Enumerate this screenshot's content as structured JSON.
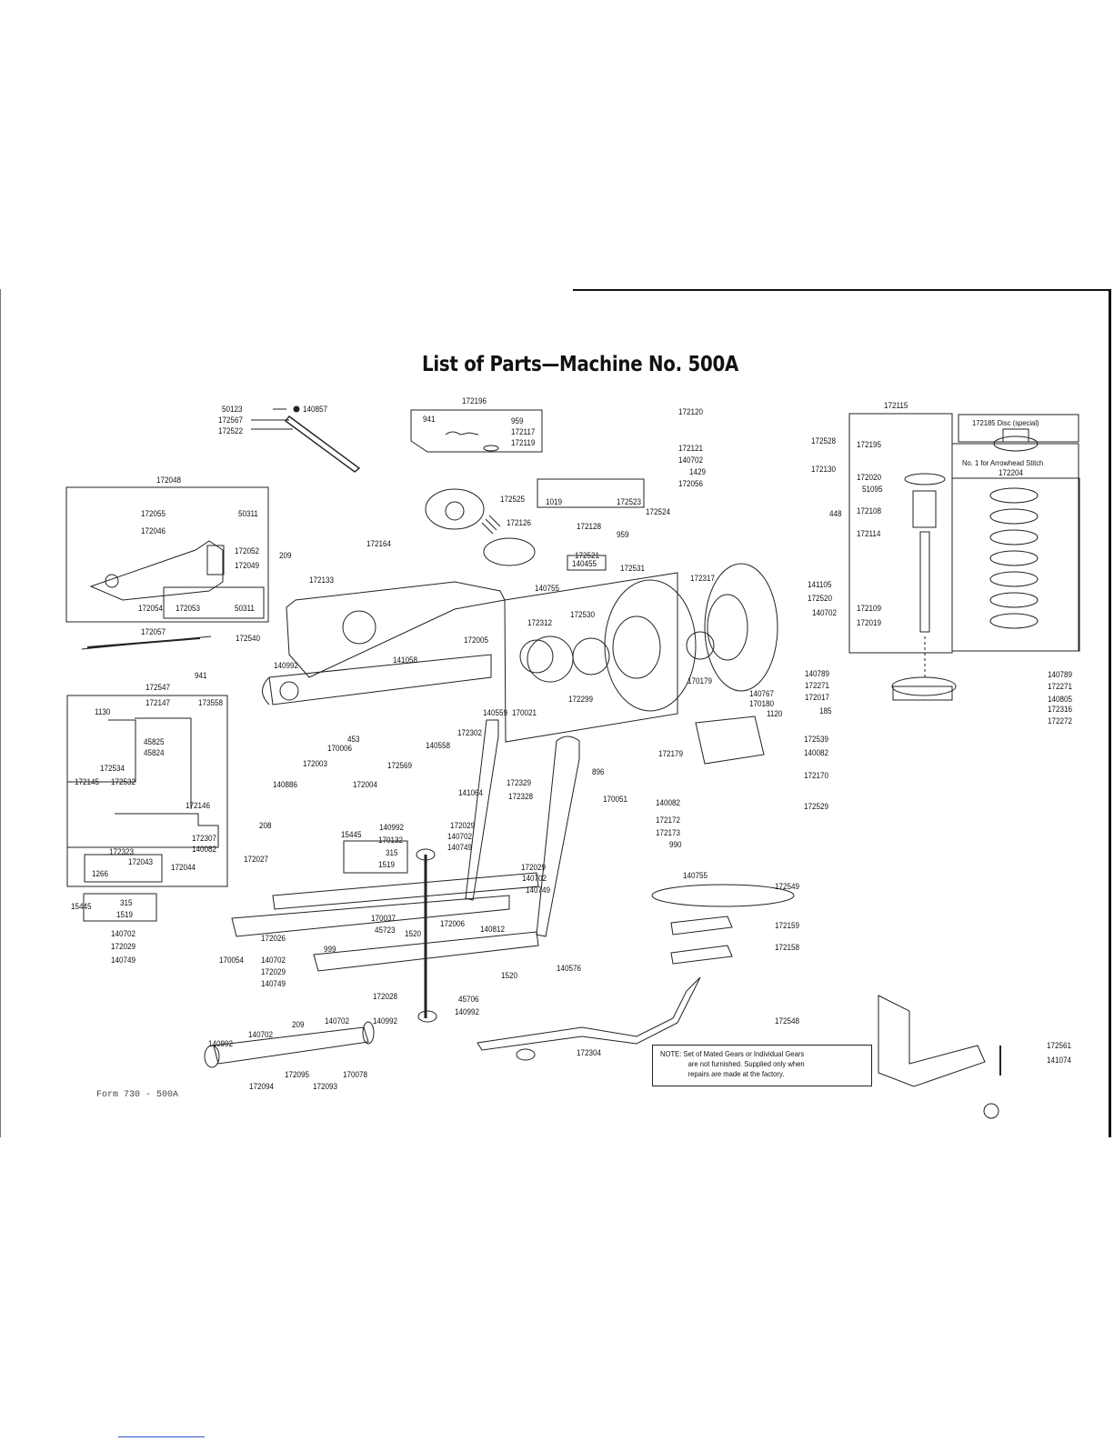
{
  "title": "List of Parts—Machine No. 500A",
  "footer": "Form 730 - 500A",
  "note": {
    "lines": [
      "NOTE: Set of Mated Gears or Individual Gears",
      "are not furnished. Supplied only when",
      "repairs are made at the factory."
    ]
  },
  "disc_box": {
    "title": "172185 Disc (special)",
    "caption": "No. 1 for Arrowhead Stitch"
  },
  "groups": {
    "g172048": "172048",
    "g172196": "172196",
    "g172115": "172115",
    "g172204": "172204",
    "g172547": "172547",
    "g172147": "172147",
    "g172534": "172534",
    "g172531": "172531",
    "g172524": "172524",
    "g172044": "172044",
    "g172054": "172054",
    "g15445a": "15445",
    "g15445b": "15445"
  },
  "labels": [
    {
      "id": "l1",
      "text": "50123"
    },
    {
      "id": "l2",
      "text": "140857"
    },
    {
      "id": "l3",
      "text": "172567"
    },
    {
      "id": "l4",
      "text": "172522"
    },
    {
      "id": "l5",
      "text": "941"
    },
    {
      "id": "l6",
      "text": "959"
    },
    {
      "id": "l7",
      "text": "172117"
    },
    {
      "id": "l8",
      "text": "172119"
    },
    {
      "id": "l9",
      "text": "172120"
    },
    {
      "id": "l10",
      "text": "172121"
    },
    {
      "id": "l11",
      "text": "140702"
    },
    {
      "id": "l12",
      "text": "1429"
    },
    {
      "id": "l13",
      "text": "172056"
    },
    {
      "id": "l14",
      "text": "172528"
    },
    {
      "id": "l15",
      "text": "172130"
    },
    {
      "id": "l16",
      "text": "448"
    },
    {
      "id": "l17",
      "text": "172195"
    },
    {
      "id": "l18",
      "text": "172020"
    },
    {
      "id": "l19",
      "text": "51095"
    },
    {
      "id": "l20",
      "text": "172108"
    },
    {
      "id": "l21",
      "text": "172114"
    },
    {
      "id": "l22",
      "text": "172109"
    },
    {
      "id": "l23",
      "text": "172019"
    },
    {
      "id": "l24",
      "text": "172055"
    },
    {
      "id": "l25",
      "text": "50311"
    },
    {
      "id": "l26",
      "text": "172046"
    },
    {
      "id": "l27",
      "text": "172052"
    },
    {
      "id": "l28",
      "text": "172049"
    },
    {
      "id": "l29",
      "text": "172053"
    },
    {
      "id": "l30",
      "text": "50311"
    },
    {
      "id": "l31",
      "text": "172057"
    },
    {
      "id": "l32",
      "text": "172540"
    },
    {
      "id": "l33",
      "text": "209"
    },
    {
      "id": "l34",
      "text": "172133"
    },
    {
      "id": "l35",
      "text": "172164"
    },
    {
      "id": "l36",
      "text": "172525"
    },
    {
      "id": "l37",
      "text": "172126"
    },
    {
      "id": "l38",
      "text": "1019"
    },
    {
      "id": "l39",
      "text": "172523"
    },
    {
      "id": "l40",
      "text": "172128"
    },
    {
      "id": "l41",
      "text": "959"
    },
    {
      "id": "l42",
      "text": "172521"
    },
    {
      "id": "l43",
      "text": "140455"
    },
    {
      "id": "l44",
      "text": "140755"
    },
    {
      "id": "l45",
      "text": "172530"
    },
    {
      "id": "l46",
      "text": "172312"
    },
    {
      "id": "l47",
      "text": "172005"
    },
    {
      "id": "l48",
      "text": "141058"
    },
    {
      "id": "l49",
      "text": "172317"
    },
    {
      "id": "l50",
      "text": "141105"
    },
    {
      "id": "l51",
      "text": "172520"
    },
    {
      "id": "l52",
      "text": "140702"
    },
    {
      "id": "l53",
      "text": "140992"
    },
    {
      "id": "l54",
      "text": "453"
    },
    {
      "id": "l55",
      "text": "170006"
    },
    {
      "id": "l56",
      "text": "172003"
    },
    {
      "id": "l57",
      "text": "172569"
    },
    {
      "id": "l58",
      "text": "140886"
    },
    {
      "id": "l59",
      "text": "172004"
    },
    {
      "id": "l60",
      "text": "140558"
    },
    {
      "id": "l61",
      "text": "172302"
    },
    {
      "id": "l62",
      "text": "140559"
    },
    {
      "id": "l63",
      "text": "170021"
    },
    {
      "id": "l64",
      "text": "172299"
    },
    {
      "id": "l65",
      "text": "170179"
    },
    {
      "id": "l66",
      "text": "140767"
    },
    {
      "id": "l67",
      "text": "170180"
    },
    {
      "id": "l68",
      "text": "1120"
    },
    {
      "id": "l69",
      "text": "172179"
    },
    {
      "id": "l70",
      "text": "172539"
    },
    {
      "id": "l71",
      "text": "140082"
    },
    {
      "id": "l72",
      "text": "172170"
    },
    {
      "id": "l73",
      "text": "140082"
    },
    {
      "id": "l74",
      "text": "172529"
    },
    {
      "id": "l75",
      "text": "172172"
    },
    {
      "id": "l76",
      "text": "172173"
    },
    {
      "id": "l77",
      "text": "990"
    },
    {
      "id": "l78",
      "text": "140789"
    },
    {
      "id": "l79",
      "text": "172271"
    },
    {
      "id": "l80",
      "text": "172017"
    },
    {
      "id": "l81",
      "text": "185"
    },
    {
      "id": "l82",
      "text": "140789"
    },
    {
      "id": "l83",
      "text": "172271"
    },
    {
      "id": "l84",
      "text": "140805"
    },
    {
      "id": "l85",
      "text": "172316"
    },
    {
      "id": "l86",
      "text": "172272"
    },
    {
      "id": "l87",
      "text": "941"
    },
    {
      "id": "l88",
      "text": "1130"
    },
    {
      "id": "l89",
      "text": "173558"
    },
    {
      "id": "l90",
      "text": "45825"
    },
    {
      "id": "l91",
      "text": "45824"
    },
    {
      "id": "l92",
      "text": "172145"
    },
    {
      "id": "l93",
      "text": "172532"
    },
    {
      "id": "l94",
      "text": "172146"
    },
    {
      "id": "l95",
      "text": "172307"
    },
    {
      "id": "l96",
      "text": "172323"
    },
    {
      "id": "l97",
      "text": "140082"
    },
    {
      "id": "l98",
      "text": "172043"
    },
    {
      "id": "l99",
      "text": "1266"
    },
    {
      "id": "l100",
      "text": "896"
    },
    {
      "id": "l101",
      "text": "141064"
    },
    {
      "id": "l102",
      "text": "172329"
    },
    {
      "id": "l103",
      "text": "172328"
    },
    {
      "id": "l104",
      "text": "170051"
    },
    {
      "id": "l105",
      "text": "208"
    },
    {
      "id": "l106",
      "text": "172027"
    },
    {
      "id": "l107",
      "text": "315"
    },
    {
      "id": "l108",
      "text": "1519"
    },
    {
      "id": "l109",
      "text": "170132"
    },
    {
      "id": "l110",
      "text": "140992"
    },
    {
      "id": "l111",
      "text": "172029"
    },
    {
      "id": "l112",
      "text": "140702"
    },
    {
      "id": "l113",
      "text": "140749"
    },
    {
      "id": "l114",
      "text": "172029"
    },
    {
      "id": "l115",
      "text": "140702"
    },
    {
      "id": "l116",
      "text": "140749"
    },
    {
      "id": "l117",
      "text": "315"
    },
    {
      "id": "l118",
      "text": "1519"
    },
    {
      "id": "l119",
      "text": "140702"
    },
    {
      "id": "l120",
      "text": "172029"
    },
    {
      "id": "l121",
      "text": "140749"
    },
    {
      "id": "l122",
      "text": "170037"
    },
    {
      "id": "l123",
      "text": "45723"
    },
    {
      "id": "l124",
      "text": "1520"
    },
    {
      "id": "l125",
      "text": "172006"
    },
    {
      "id": "l126",
      "text": "140812"
    },
    {
      "id": "l127",
      "text": "172026"
    },
    {
      "id": "l128",
      "text": "999"
    },
    {
      "id": "l129",
      "text": "170054"
    },
    {
      "id": "l130",
      "text": "140702"
    },
    {
      "id": "l131",
      "text": "172029"
    },
    {
      "id": "l132",
      "text": "140749"
    },
    {
      "id": "l133",
      "text": "1520"
    },
    {
      "id": "l134",
      "text": "140576"
    },
    {
      "id": "l135",
      "text": "172028"
    },
    {
      "id": "l136",
      "text": "45706"
    },
    {
      "id": "l137",
      "text": "140992"
    },
    {
      "id": "l138",
      "text": "140702"
    },
    {
      "id": "l139",
      "text": "209"
    },
    {
      "id": "l140",
      "text": "140702"
    },
    {
      "id": "l141",
      "text": "140992"
    },
    {
      "id": "l142",
      "text": "140992"
    },
    {
      "id": "l143",
      "text": "172095"
    },
    {
      "id": "l144",
      "text": "170078"
    },
    {
      "id": "l145",
      "text": "172094"
    },
    {
      "id": "l146",
      "text": "172093"
    },
    {
      "id": "l147",
      "text": "140755"
    },
    {
      "id": "l148",
      "text": "172549"
    },
    {
      "id": "l149",
      "text": "172159"
    },
    {
      "id": "l150",
      "text": "172158"
    },
    {
      "id": "l151",
      "text": "172548"
    },
    {
      "id": "l152",
      "text": "172304"
    },
    {
      "id": "l153",
      "text": "172561"
    },
    {
      "id": "l154",
      "text": "141074"
    }
  ]
}
